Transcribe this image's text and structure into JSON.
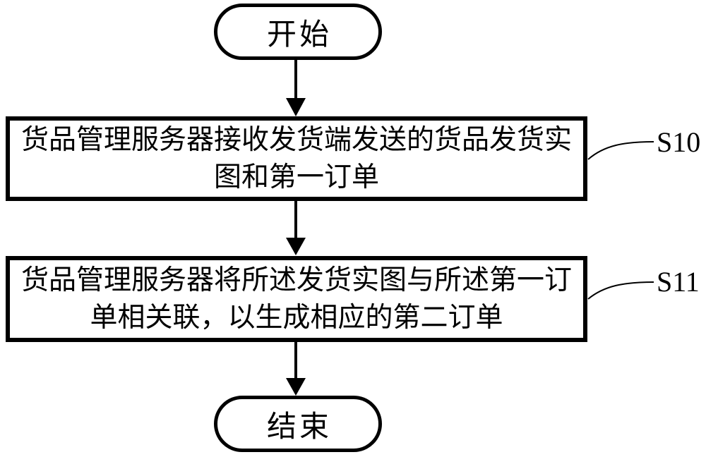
{
  "figure": {
    "type": "flowchart",
    "colors": {
      "line": "#000000",
      "background": "#ffffff",
      "text": "#000000"
    },
    "start_label": "开始",
    "end_label": "结束",
    "steps": [
      {
        "id": "S10",
        "text": "货品管理服务器接收发货端发送的货品发货实图和第一订单",
        "lines": [
          "货品管理服务器接收发货端发送的货品发货实",
          "图和第一订单"
        ]
      },
      {
        "id": "S11",
        "text": "货品管理服务器将所述发货实图与所述第一订单相关联，以生成相应的第二订单",
        "lines": [
          "货品管理服务器将所述发货实图与所述第一订",
          "单相关联，以生成相应的第二订单"
        ]
      }
    ]
  }
}
